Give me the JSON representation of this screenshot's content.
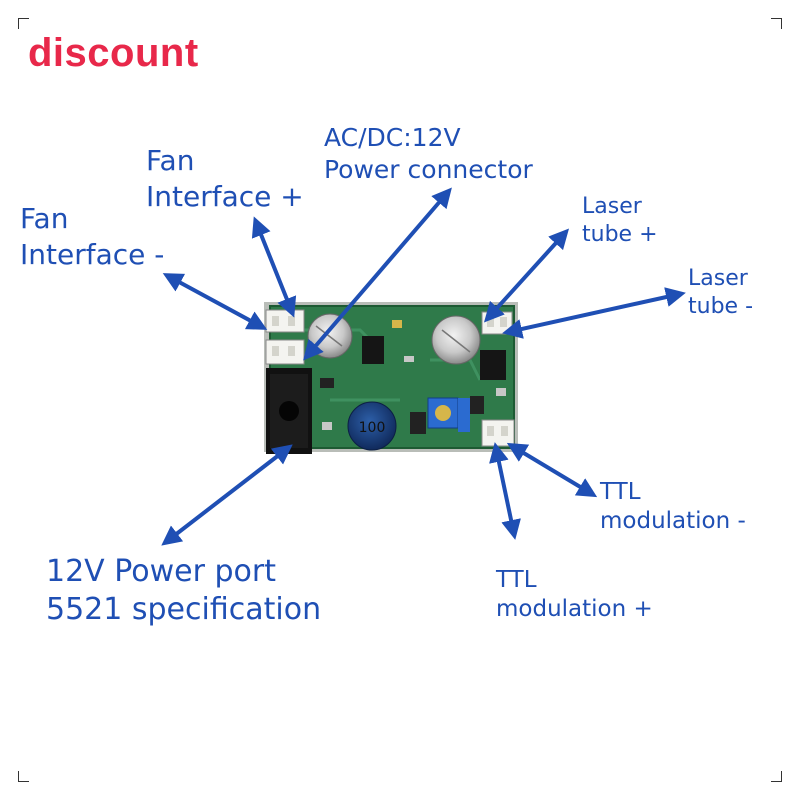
{
  "badge": "discount",
  "labels": {
    "fan_minus": [
      "Fan",
      "Interface -"
    ],
    "fan_plus": [
      "Fan",
      "Interface +"
    ],
    "acdc": [
      "AC/DC:12V",
      "Power connector"
    ],
    "laser_plus": [
      "Laser",
      "tube +"
    ],
    "laser_minus": [
      "Laser",
      "tube -"
    ],
    "ttl_minus": [
      "TTL",
      "modulation -"
    ],
    "ttl_plus": [
      "TTL",
      "modulation +"
    ],
    "power_port": [
      "12V Power port",
      "5521 specification"
    ]
  },
  "board_markings": {
    "inductor": "100"
  },
  "colors": {
    "badge": "#e8284a",
    "labels": "#1f4fb4",
    "arrows": "#1f4fb4",
    "pcb": "#2f7a4a"
  }
}
